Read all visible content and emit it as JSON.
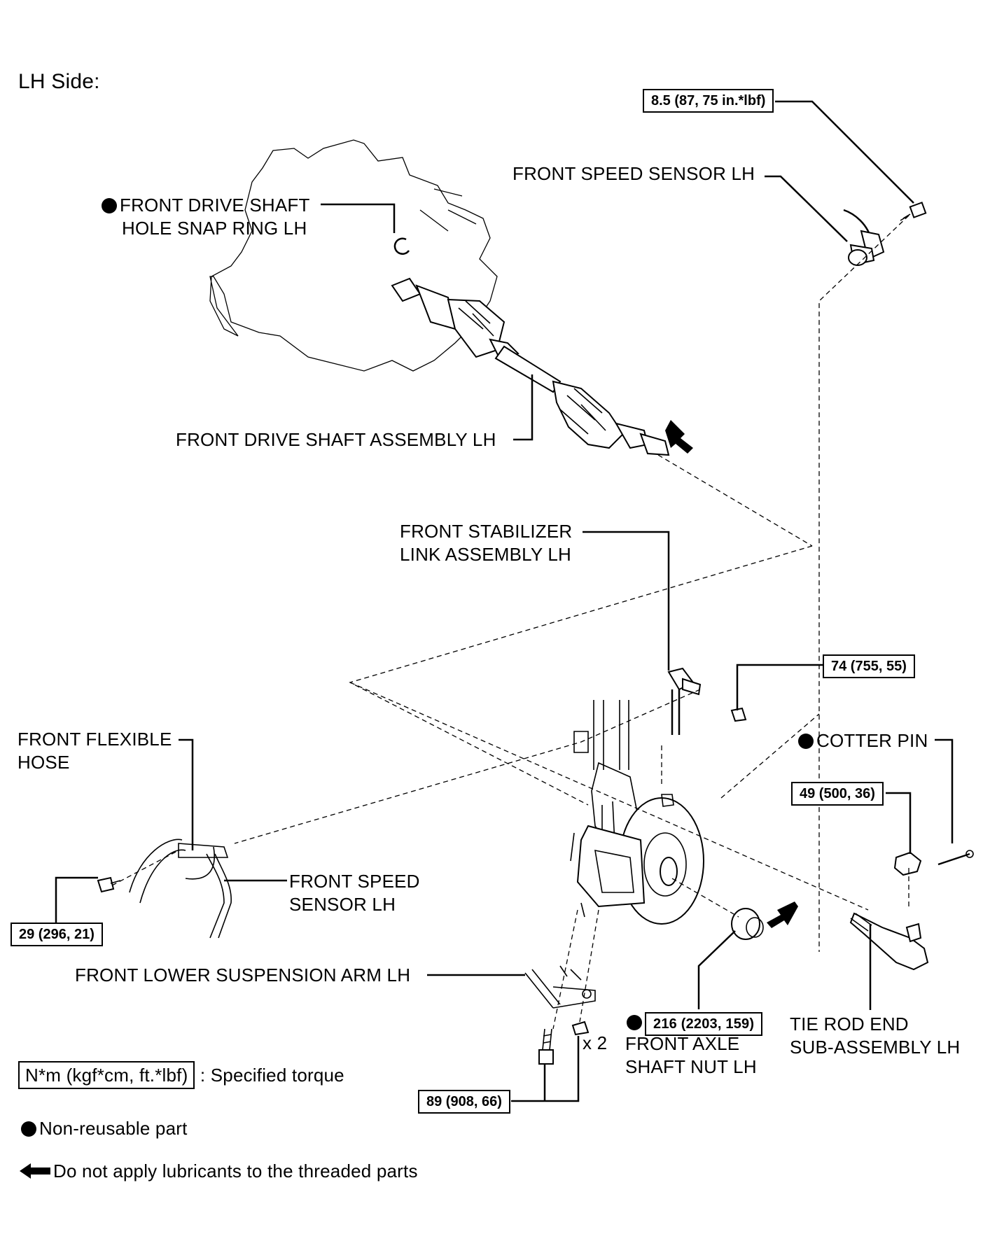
{
  "title": "LH Side:",
  "labels": {
    "snap_ring": [
      "FRONT DRIVE SHAFT",
      "HOLE SNAP RING LH"
    ],
    "drive_shaft": "FRONT DRIVE SHAFT ASSEMBLY LH",
    "speed_sensor_top": "FRONT SPEED SENSOR LH",
    "stabilizer_link": [
      "FRONT STABILIZER",
      "LINK ASSEMBLY LH"
    ],
    "flexible_hose": [
      "FRONT FLEXIBLE",
      "HOSE"
    ],
    "speed_sensor_lower": [
      "FRONT SPEED",
      "SENSOR LH"
    ],
    "cotter_pin": "COTTER PIN",
    "lower_arm": "FRONT LOWER SUSPENSION ARM LH",
    "axle_nut": [
      "FRONT AXLE",
      "SHAFT NUT LH"
    ],
    "tie_rod": [
      "TIE ROD END",
      "SUB-ASSEMBLY LH"
    ],
    "x2": "x 2"
  },
  "torques": {
    "sensor_bolt": "8.5 (87, 75 in.*lbf)",
    "stabilizer_nut": "74 (755, 55)",
    "tie_rod_nut": "49 (500, 36)",
    "hose_bolt": "29 (296, 21)",
    "axle_nut": "216 (2203, 159)",
    "arm_bolts": "89 (908, 66)"
  },
  "legend": {
    "torque_unit": "N*m (kgf*cm, ft.*lbf)",
    "torque_text": ": Specified torque",
    "nonreusable_text": "Non-reusable part",
    "lubricant_text": "Do not apply lubricants to the threaded parts"
  },
  "icons": [
    "non-reusable-bullet-icon",
    "no-lubricant-arrow-icon"
  ]
}
